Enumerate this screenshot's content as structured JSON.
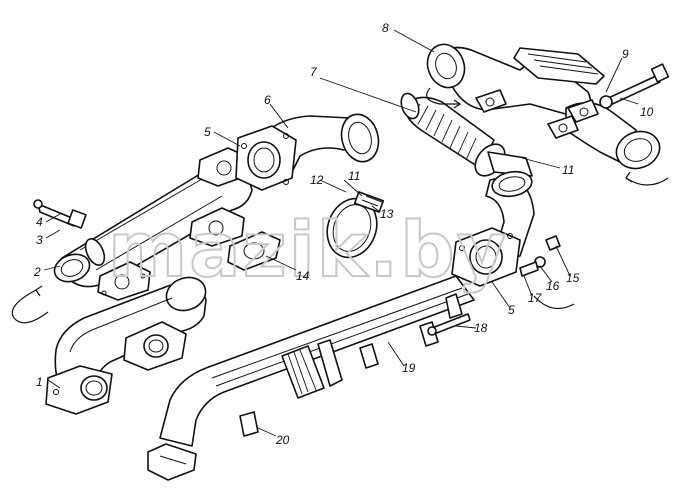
{
  "watermark": "mazik.by",
  "labels": [
    {
      "id": "1",
      "text": "1"
    },
    {
      "id": "2",
      "text": "2"
    },
    {
      "id": "3",
      "text": "3"
    },
    {
      "id": "4",
      "text": "4"
    },
    {
      "id": "5a",
      "text": "5"
    },
    {
      "id": "5b",
      "text": "5"
    },
    {
      "id": "6",
      "text": "6"
    },
    {
      "id": "7",
      "text": "7"
    },
    {
      "id": "8",
      "text": "8"
    },
    {
      "id": "9",
      "text": "9"
    },
    {
      "id": "10",
      "text": "10"
    },
    {
      "id": "11a",
      "text": "11"
    },
    {
      "id": "11b",
      "text": "11"
    },
    {
      "id": "12",
      "text": "12"
    },
    {
      "id": "13",
      "text": "13"
    },
    {
      "id": "14",
      "text": "14"
    },
    {
      "id": "15",
      "text": "15"
    },
    {
      "id": "16",
      "text": "16"
    },
    {
      "id": "17",
      "text": "17"
    },
    {
      "id": "18",
      "text": "18"
    },
    {
      "id": "19",
      "text": "19"
    },
    {
      "id": "20",
      "text": "20"
    }
  ]
}
